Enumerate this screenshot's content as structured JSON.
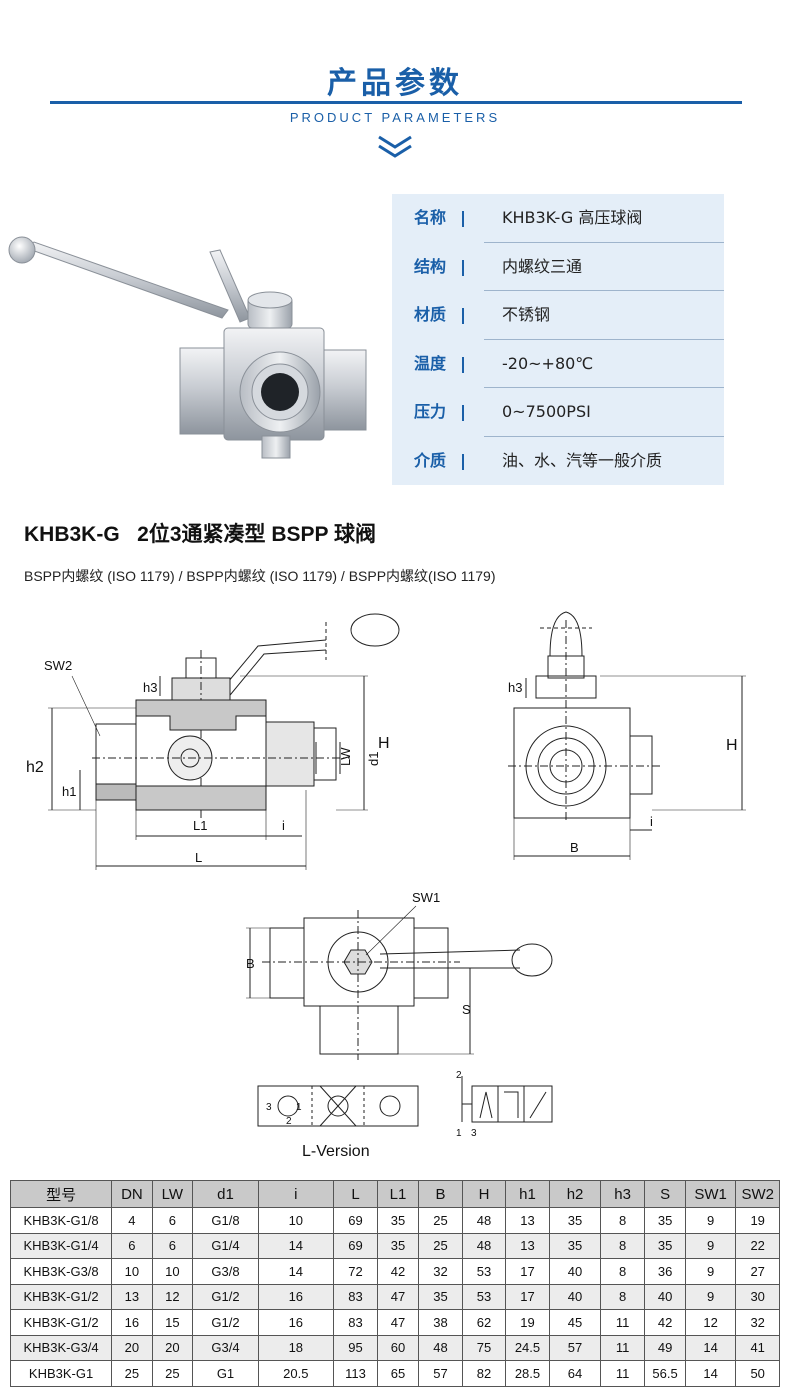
{
  "header": {
    "title": "产品参数",
    "subtitle": "PRODUCT PARAMETERS",
    "accent_color": "#1a5fa8",
    "chevron_icon": "double-chevron-down-icon"
  },
  "params": [
    {
      "label": "名称",
      "value": "KHB3K-G 高压球阀"
    },
    {
      "label": "结构",
      "value": "内螺纹三通"
    },
    {
      "label": "材质",
      "value": "不锈钢"
    },
    {
      "label": "温度",
      "value": "-20~+80℃"
    },
    {
      "label": "压力",
      "value": "0~7500PSI"
    },
    {
      "label": "介质",
      "value": "油、水、汽等一般介质"
    }
  ],
  "main_title": "KHB3K-G   2位3通紧凑型 BSPP 球阀",
  "sub_title": "BSPP内螺纹 (ISO 1179) / BSPP内螺纹 (ISO 1179) / BSPP内螺纹(ISO 1179)",
  "drawing": {
    "labels": {
      "sw2": "SW2",
      "h2": "h2",
      "h3": "h3",
      "h1": "h1",
      "L1": "L1",
      "L": "L",
      "i": "i",
      "LW": "LW",
      "d1": "d1",
      "H": "H",
      "B": "B",
      "SW1": "SW1",
      "S": "S",
      "h3_side": "h3",
      "H_side": "H",
      "i_side": "i",
      "B_side": "B",
      "sym_3": "3",
      "sym_2": "2",
      "sym_1": "1",
      "sym_b1": "1",
      "sym_b3": "3",
      "sym_b2": "2",
      "version": "L-Version"
    }
  },
  "spec_table": {
    "headers": [
      "型号",
      "DN",
      "LW",
      "d1",
      "i",
      "L",
      "L1",
      "B",
      "H",
      "h1",
      "h2",
      "h3",
      "S",
      "SW1",
      "SW2"
    ],
    "rows": [
      [
        "KHB3K-G1/8",
        "4",
        "6",
        "G1/8",
        "10",
        "69",
        "35",
        "25",
        "48",
        "13",
        "35",
        "8",
        "35",
        "9",
        "19"
      ],
      [
        "KHB3K-G1/4",
        "6",
        "6",
        "G1/4",
        "14",
        "69",
        "35",
        "25",
        "48",
        "13",
        "35",
        "8",
        "35",
        "9",
        "22"
      ],
      [
        "KHB3K-G3/8",
        "10",
        "10",
        "G3/8",
        "14",
        "72",
        "42",
        "32",
        "53",
        "17",
        "40",
        "8",
        "36",
        "9",
        "27"
      ],
      [
        "KHB3K-G1/2",
        "13",
        "12",
        "G1/2",
        "16",
        "83",
        "47",
        "35",
        "53",
        "17",
        "40",
        "8",
        "40",
        "9",
        "30"
      ],
      [
        "KHB3K-G1/2",
        "16",
        "15",
        "G1/2",
        "16",
        "83",
        "47",
        "38",
        "62",
        "19",
        "45",
        "11",
        "42",
        "12",
        "32"
      ],
      [
        "KHB3K-G3/4",
        "20",
        "20",
        "G3/4",
        "18",
        "95",
        "60",
        "48",
        "75",
        "24.5",
        "57",
        "11",
        "49",
        "14",
        "41"
      ],
      [
        "KHB3K-G1",
        "25",
        "25",
        "G1",
        "20.5",
        "113",
        "65",
        "57",
        "82",
        "28.5",
        "64",
        "11",
        "56.5",
        "14",
        "50"
      ]
    ]
  }
}
